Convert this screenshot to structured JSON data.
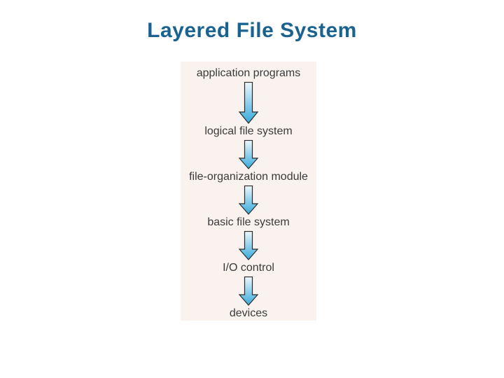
{
  "slide": {
    "title": "Layered File System"
  },
  "diagram": {
    "layers": [
      {
        "label": "application programs"
      },
      {
        "label": "logical file system"
      },
      {
        "label": "file-organization module"
      },
      {
        "label": "basic file system"
      },
      {
        "label": "I/O control"
      },
      {
        "label": "devices"
      }
    ]
  },
  "icons": {
    "arrow": "down-arrow-icon"
  },
  "colors": {
    "title": "#1a6391",
    "panel_background": "#faf2ef",
    "layer_text": "#3a3a3a",
    "arrow_gradient_top": "#eef8fd",
    "arrow_gradient_bottom": "#35a9da",
    "arrow_outline": "#2b2b2b"
  }
}
